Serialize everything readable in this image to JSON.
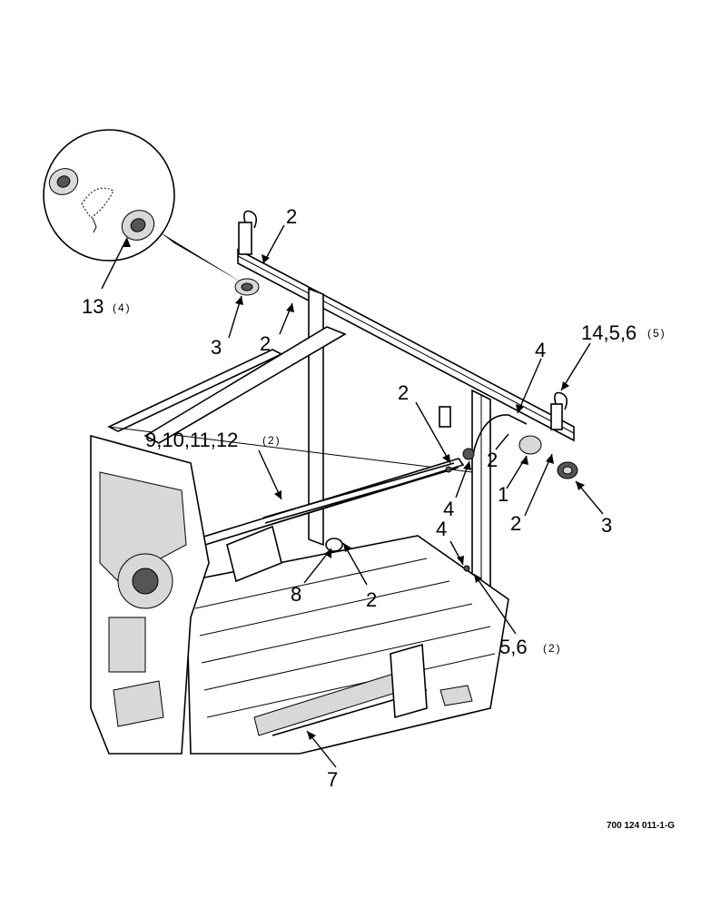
{
  "callouts": {
    "c13": "13",
    "c13_qty": "(4)",
    "c2a": "2",
    "c3a": "3",
    "c2b": "2",
    "c14": "14,5,6",
    "c14_qty": "(5)",
    "c4a": "4",
    "c2c": "2",
    "c9": "9,10,11,12",
    "c9_qty": "(2)",
    "c2d": "2",
    "c4b": "4",
    "c1": "1",
    "c2e": "2",
    "c3b": "3",
    "c4c": "4",
    "c8": "8",
    "c2f": "2",
    "c56": "5,6",
    "c56_qty": "(2)",
    "c7": "7"
  },
  "figure_ref": "700 124 011-1-G"
}
